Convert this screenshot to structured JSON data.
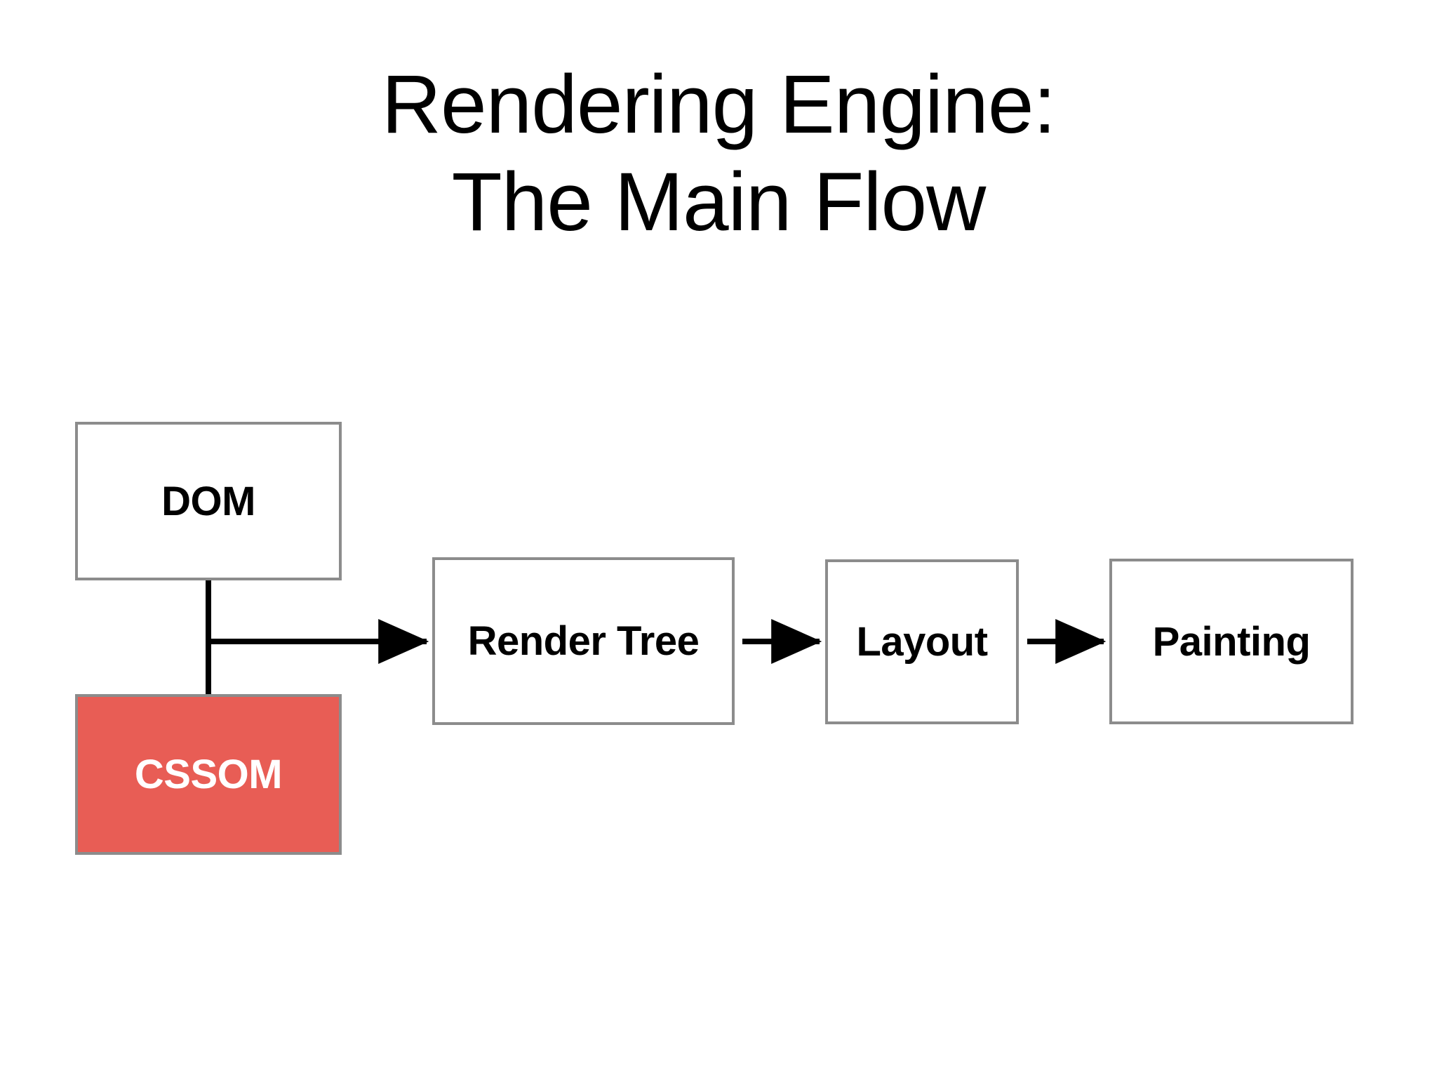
{
  "slide": {
    "background_color": "#ffffff",
    "title": {
      "line1": "Rendering Engine:",
      "line2": "The Main Flow",
      "color": "#000000"
    }
  },
  "diagram": {
    "type": "flowchart",
    "border_color": "#8c8c8c",
    "arrow_color": "#000000",
    "nodes": [
      {
        "id": "dom",
        "label": "DOM",
        "fill": "#ffffff",
        "text_color": "#000000",
        "highlighted": false
      },
      {
        "id": "cssom",
        "label": "CSSOM",
        "fill": "#e85d55",
        "text_color": "#ffffff",
        "highlighted": true
      },
      {
        "id": "render-tree",
        "label": "Render Tree",
        "fill": "#ffffff",
        "text_color": "#000000",
        "highlighted": false
      },
      {
        "id": "layout",
        "label": "Layout",
        "fill": "#ffffff",
        "text_color": "#000000",
        "highlighted": false
      },
      {
        "id": "painting",
        "label": "Painting",
        "fill": "#ffffff",
        "text_color": "#000000",
        "highlighted": false
      }
    ],
    "edges": [
      {
        "from": "dom",
        "to": "render-tree",
        "style": "elbow-arrow"
      },
      {
        "from": "cssom",
        "to": "render-tree",
        "style": "elbow-arrow"
      },
      {
        "from": "render-tree",
        "to": "layout",
        "style": "arrow"
      },
      {
        "from": "layout",
        "to": "painting",
        "style": "arrow"
      }
    ]
  }
}
